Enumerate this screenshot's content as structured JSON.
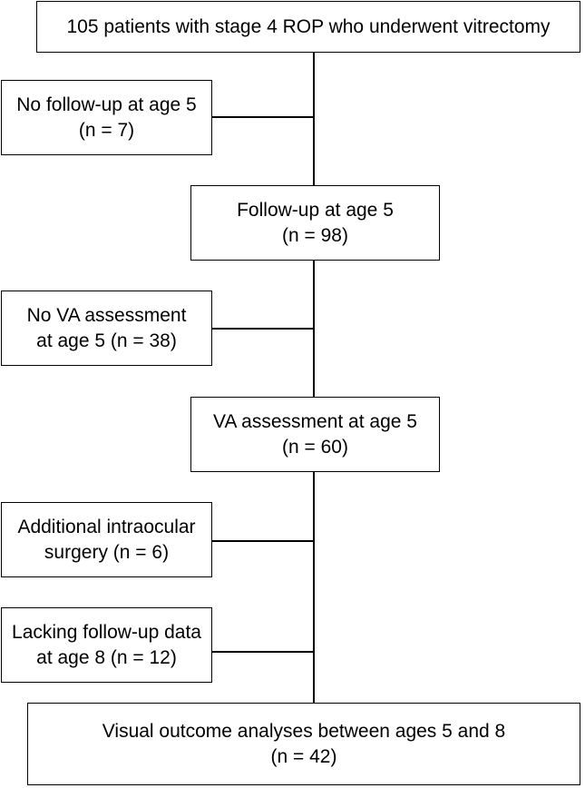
{
  "flowchart": {
    "start": {
      "line1": "105 patients with stage 4 ROP who underwent vitrectomy",
      "line2": ""
    },
    "exclusion_1": {
      "line1": "No follow-up at age 5",
      "line2": "(n = 7)"
    },
    "step_1": {
      "line1": "Follow-up at age 5",
      "line2": "(n = 98)"
    },
    "exclusion_2": {
      "line1": "No VA assessment",
      "line2": "at age 5 (n = 38)"
    },
    "step_2": {
      "line1": "VA assessment at age 5",
      "line2": "(n = 60)"
    },
    "exclusion_3": {
      "line1": "Additional intraocular",
      "line2": "surgery (n = 6)"
    },
    "exclusion_4": {
      "line1": "Lacking follow-up data",
      "line2": "at age 8 (n = 12)"
    },
    "final": {
      "line1": "Visual outcome analyses between ages 5 and 8",
      "line2": "(n = 42)"
    }
  }
}
